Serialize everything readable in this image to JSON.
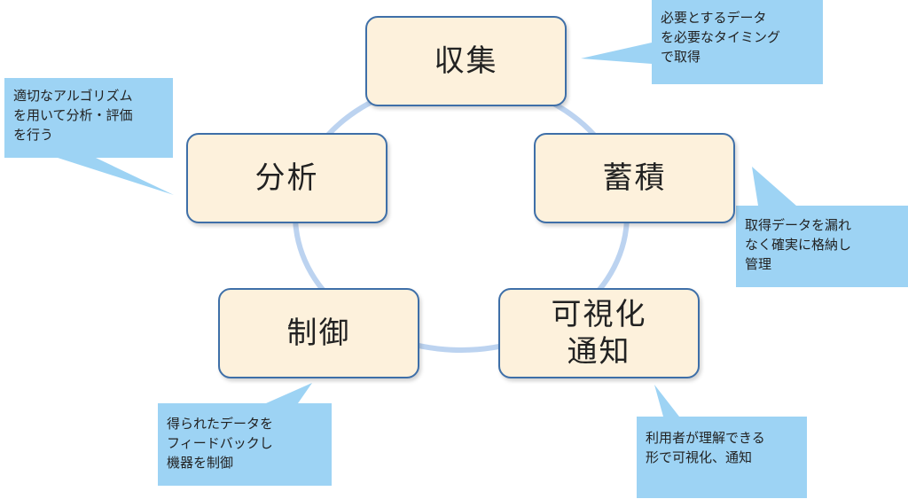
{
  "colors": {
    "node_fill": "#fdf1dc",
    "node_border": "#3e6fa8",
    "ring": "#bcd3f0",
    "callout_fill": "#9dd3f4"
  },
  "nodes": {
    "collect": "収集",
    "accumulate": "蓄積",
    "visualize": "可視化\n通知",
    "control": "制御",
    "analyze": "分析"
  },
  "callouts": {
    "collect": "必要とするデータ\nを必要なタイミング\nで取得",
    "accumulate": "取得データを漏れ\nなく確実に格納し\n管理",
    "visualize": "利用者が理解できる\n形で可視化、通知",
    "control": "得られたデータを\nフィードバックし\n機器を制御",
    "analyze": "適切なアルゴリズム\nを用いて分析・評価\nを行う"
  }
}
